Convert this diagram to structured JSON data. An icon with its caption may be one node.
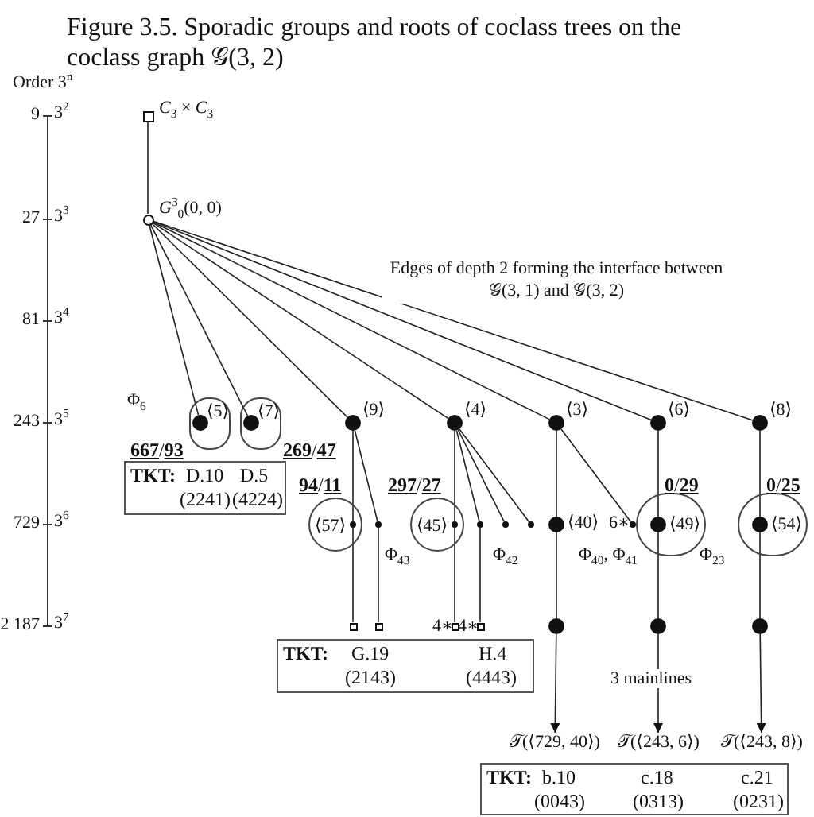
{
  "diagram": {
    "title": "Figure 3.5. Sporadic groups and roots of coclass trees on the coclass graph 𝒢(3, 2)",
    "nodes": [
      {
        "text": [],
        "shape": "box",
        "beside": [
          "*C*$_{3}$ × *C*$_{3}$"
        ]
      },
      {
        "text": [],
        "shape": "circle",
        "beside": [
          "*G*$^{3}$$_{0}$(0, 0)"
        ]
      },
      {
        "text": [
          "⟨5⟩"
        ]
      },
      {
        "text": [],
        "shape": "circle",
        "in": 2
      },
      {
        "text": [
          "⟨7⟩"
        ]
      },
      {
        "text": [],
        "shape": "circle",
        "in": 4
      },
      {
        "text": [],
        "shape": "circle",
        "beside": [
          "⟨9⟩"
        ]
      },
      {
        "text": [],
        "shape": "circle",
        "beside": [
          "⟨4⟩"
        ]
      },
      {
        "text": [],
        "shape": "circle",
        "beside": [
          "⟨3⟩"
        ]
      },
      {
        "text": [],
        "shape": "circle",
        "beside": [
          "⟨6⟩"
        ]
      },
      {
        "text": [],
        "shape": "circle",
        "beside": [
          "⟨8⟩"
        ]
      },
      {
        "text": [
          "⟨57⟩"
        ]
      },
      {
        "text": [],
        "shape": "circle",
        "in": 11
      },
      {
        "text": [],
        "shape": "circle"
      },
      {
        "text": [
          "⟨45⟩"
        ]
      },
      {
        "text": [],
        "shape": "circle",
        "in": 14
      },
      {
        "text": [],
        "shape": "circle"
      },
      {
        "text": [],
        "shape": "circle"
      },
      {
        "text": [],
        "shape": "circle"
      },
      {
        "text": [],
        "shape": "circle",
        "beside": [
          "⟨40⟩"
        ]
      },
      {
        "text": [],
        "shape": "circle",
        "beside": [
          "6∗"
        ]
      },
      {
        "text": [
          "⟨49⟩"
        ]
      },
      {
        "text": [],
        "shape": "circle",
        "in": 21
      },
      {
        "text": [
          "⟨54⟩"
        ]
      },
      {
        "text": [],
        "shape": "circle",
        "in": 23
      },
      {
        "text": [],
        "shape": "box"
      },
      {
        "text": [],
        "shape": "box"
      },
      {
        "text": [],
        "shape": "box",
        "beside": [
          "4∗"
        ]
      },
      {
        "text": [],
        "shape": "box",
        "beside": [
          "4∗"
        ]
      },
      {
        "text": [],
        "shape": "circle"
      },
      {
        "text": [],
        "shape": "circle"
      },
      {
        "text": [],
        "shape": "circle"
      },
      {
        "text": [
          "𝒯(⟨729, 40⟩)"
        ]
      },
      {
        "text": [
          "𝒯(⟨243, 6⟩)"
        ]
      },
      {
        "text": [
          "𝒯(⟨243, 8⟩)"
        ]
      },
      {
        "text": [
          "TKT:",
          "D.10",
          "D.5",
          "(2241)",
          "(4224)"
        ]
      },
      {
        "text": [
          "TKT:",
          "G.19",
          "H.4",
          "(2143)",
          "(4443)"
        ]
      },
      {
        "text": [
          "TKT:",
          "b.10",
          "c.18",
          "c.21",
          "(0043)",
          "(0313)",
          "(0231)"
        ]
      }
    ],
    "edges": [
      {
        "from": 0,
        "to": 1,
        "arrow": "none"
      },
      {
        "from": 1,
        "to": 3,
        "arrow": "none"
      },
      {
        "from": 1,
        "to": 5,
        "arrow": "none"
      },
      {
        "from": 1,
        "to": 6,
        "arrow": "none"
      },
      {
        "from": 1,
        "to": 7,
        "arrow": "none"
      },
      {
        "from": 1,
        "to": 8,
        "arrow": "none"
      },
      {
        "from": 1,
        "to": 9,
        "arrow": "none"
      },
      {
        "from": 1,
        "to": 10,
        "arrow": "none"
      },
      {
        "from": 6,
        "to": 12,
        "arrow": "none"
      },
      {
        "from": 6,
        "to": 13,
        "arrow": "none"
      },
      {
        "from": 7,
        "to": 15,
        "arrow": "none"
      },
      {
        "from": 7,
        "to": 16,
        "arrow": "none"
      },
      {
        "from": 7,
        "to": 17,
        "arrow": "none"
      },
      {
        "from": 7,
        "to": 18,
        "arrow": "none"
      },
      {
        "from": 8,
        "to": 19,
        "arrow": "none"
      },
      {
        "from": 8,
        "to": 20,
        "arrow": "none"
      },
      {
        "from": 9,
        "to": 22,
        "arrow": "none"
      },
      {
        "from": 10,
        "to": 24,
        "arrow": "none"
      },
      {
        "from": 12,
        "to": 25,
        "arrow": "none"
      },
      {
        "from": 13,
        "to": 26,
        "arrow": "none"
      },
      {
        "from": 15,
        "to": 27,
        "arrow": "none"
      },
      {
        "from": 16,
        "to": 28,
        "arrow": "none"
      },
      {
        "from": 19,
        "to": 29,
        "arrow": "none"
      },
      {
        "from": 22,
        "to": 30,
        "arrow": "none"
      },
      {
        "from": 24,
        "to": 31,
        "arrow": "none"
      },
      {
        "from": 29,
        "to": 32,
        "arrow": "to"
      },
      {
        "from": 30,
        "to": 33,
        "arrow": "to"
      },
      {
        "from": 31,
        "to": 34,
        "arrow": "to"
      }
    ],
    "labels": [
      "Order 3$^{n}$",
      "9",
      "3$^{2}$",
      "27",
      "3$^{3}$",
      "81",
      "3$^{4}$",
      "243",
      "3$^{5}$",
      "729",
      "3$^{6}$",
      "2 187",
      "3$^{7}$",
      "Edges of depth 2 forming the interface between 𝒢(3, 1) and 𝒢(3, 2)",
      "Φ$_{6}$",
      "**667**/**93**",
      "**269**/**47**",
      "**94**/**11**",
      "**297**/**27**",
      "**0**/**29**",
      "**0**/**25**",
      "Φ$_{43}$",
      "Φ$_{42}$",
      "Φ$_{40}$, Φ$_{41}$",
      "Φ$_{23}$",
      "3 mainlines"
    ]
  }
}
